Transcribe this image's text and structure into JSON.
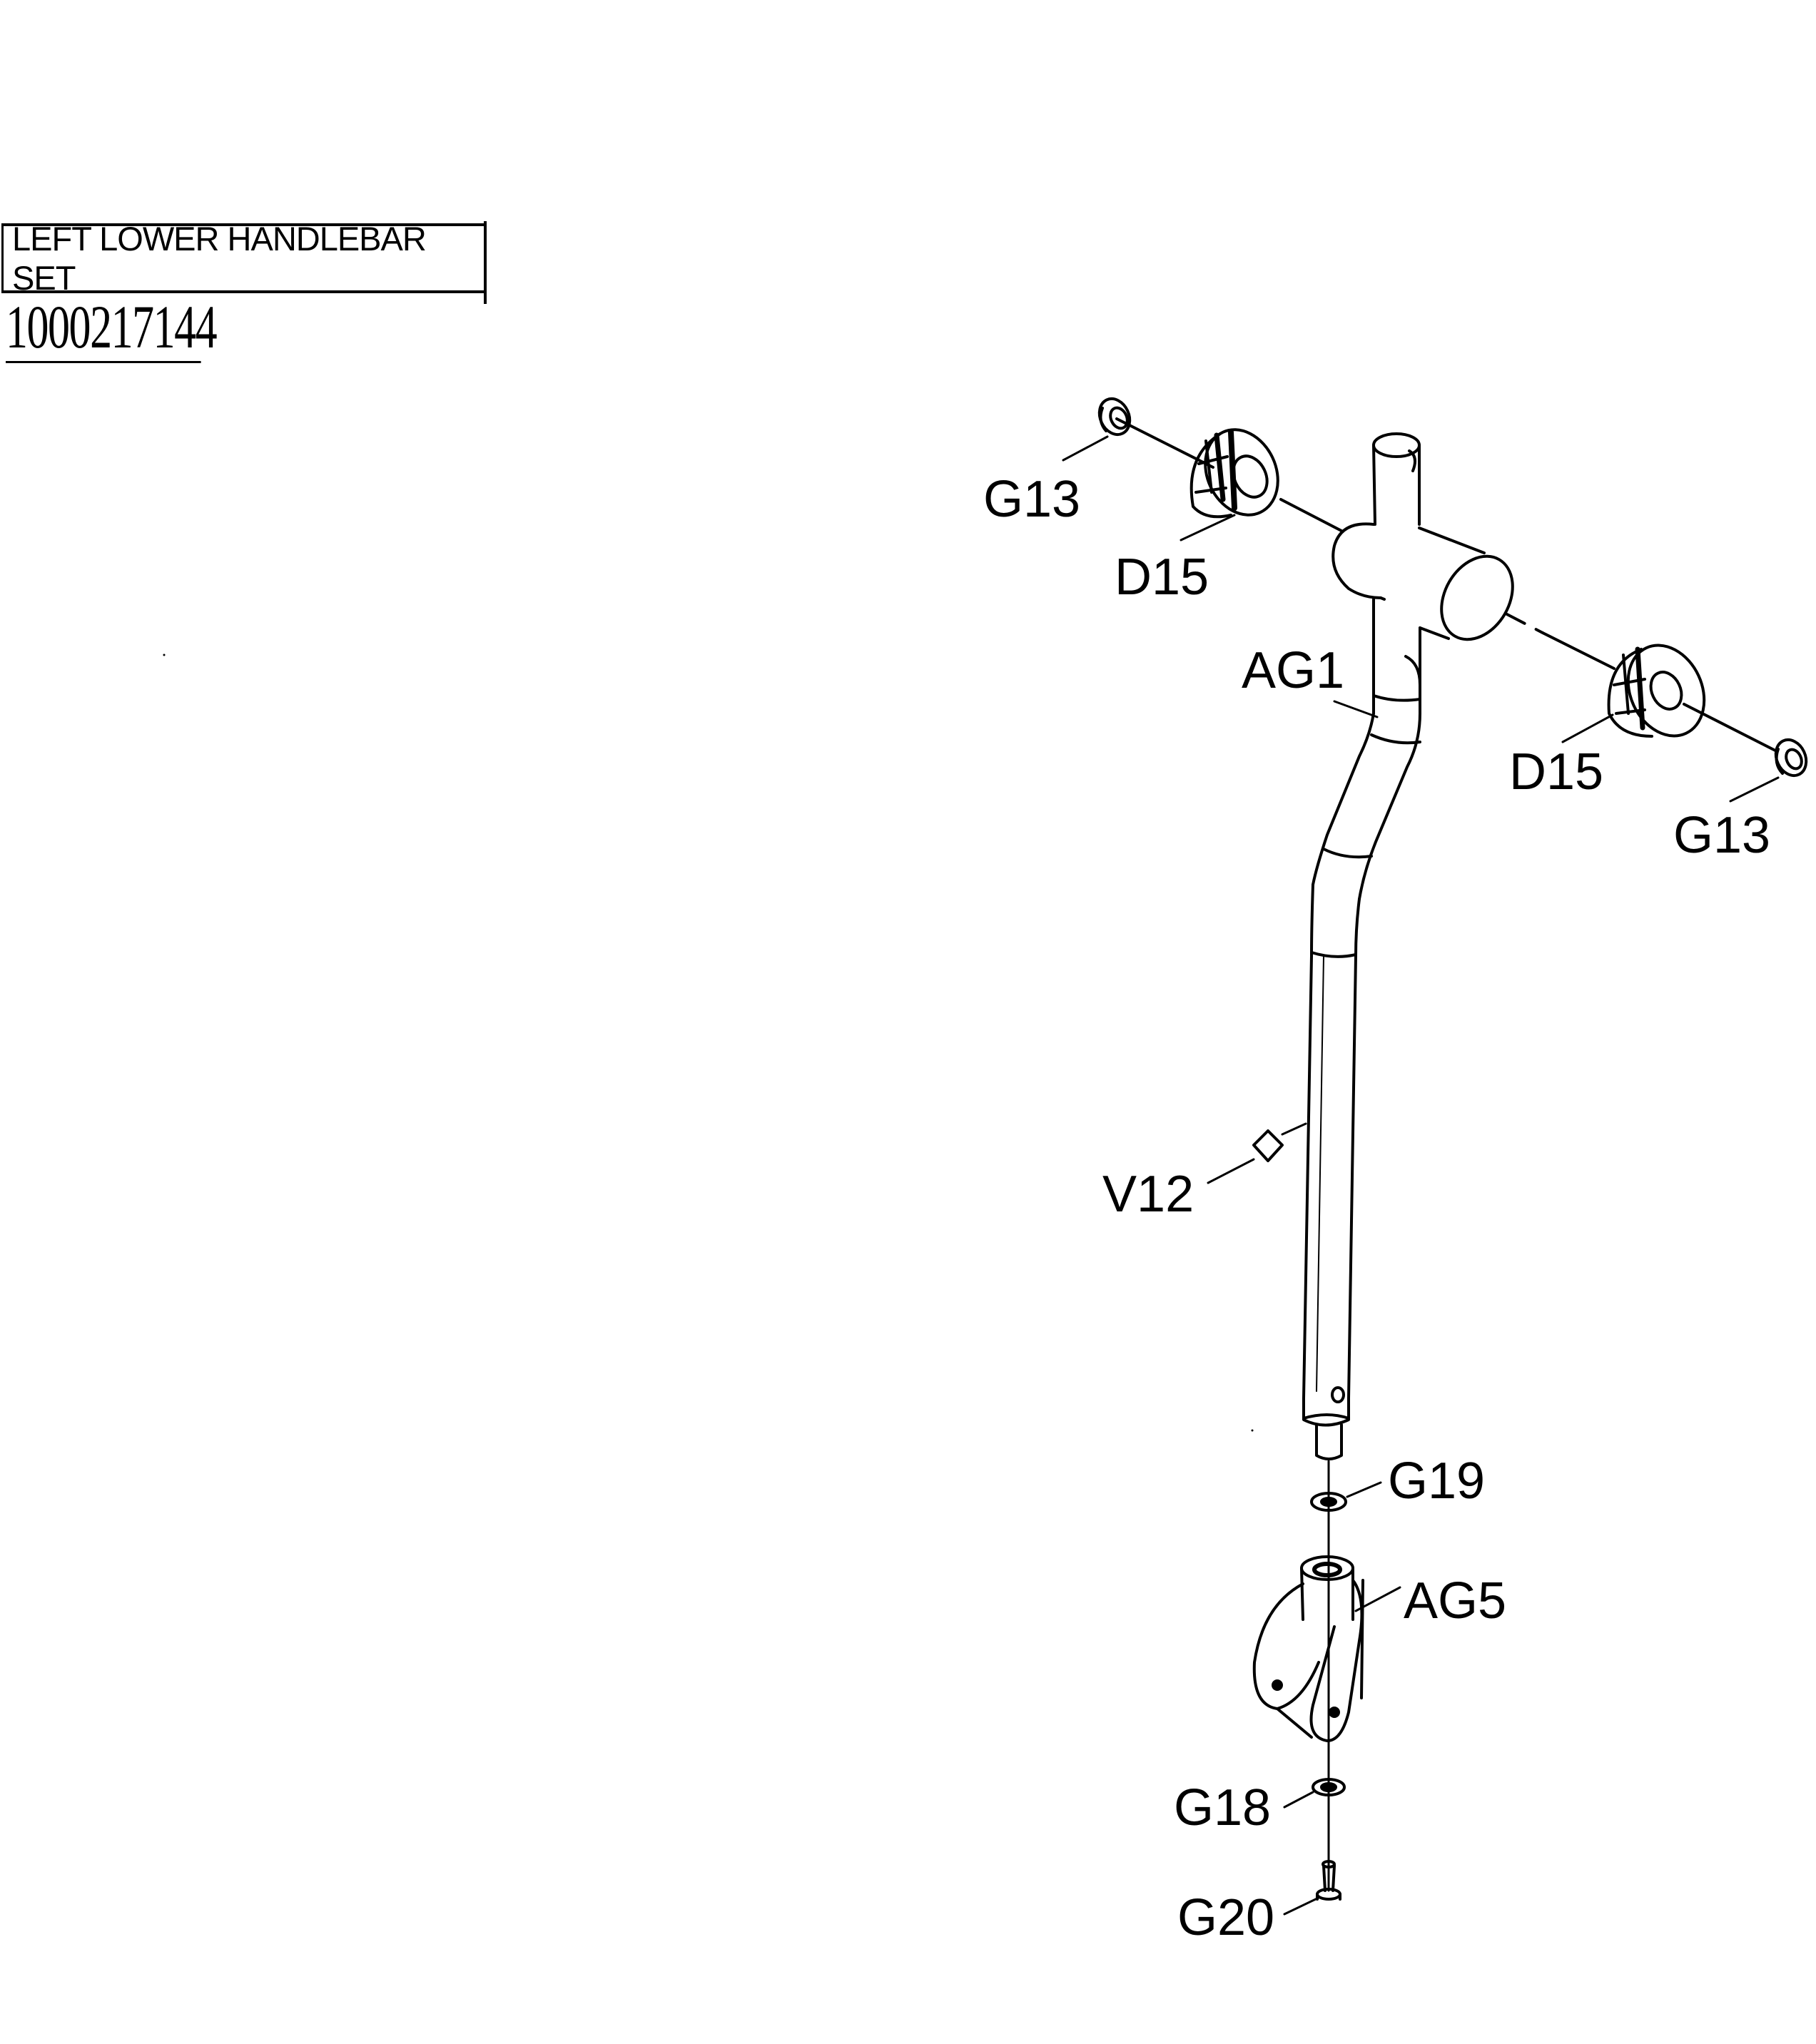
{
  "header": {
    "assembly_name": "LEFT LOWER HANDLEBAR SET",
    "part_number": "1000217144"
  },
  "callouts": [
    {
      "id": "g13_top",
      "text": "G13"
    },
    {
      "id": "d15_top",
      "text": "D15"
    },
    {
      "id": "ag1",
      "text": "AG1"
    },
    {
      "id": "d15_right",
      "text": "D15"
    },
    {
      "id": "g13_right",
      "text": "G13"
    },
    {
      "id": "v12",
      "text": "V12"
    },
    {
      "id": "g19",
      "text": "G19"
    },
    {
      "id": "ag5",
      "text": "AG5"
    },
    {
      "id": "g18",
      "text": "G18"
    },
    {
      "id": "g20",
      "text": "G20"
    }
  ]
}
